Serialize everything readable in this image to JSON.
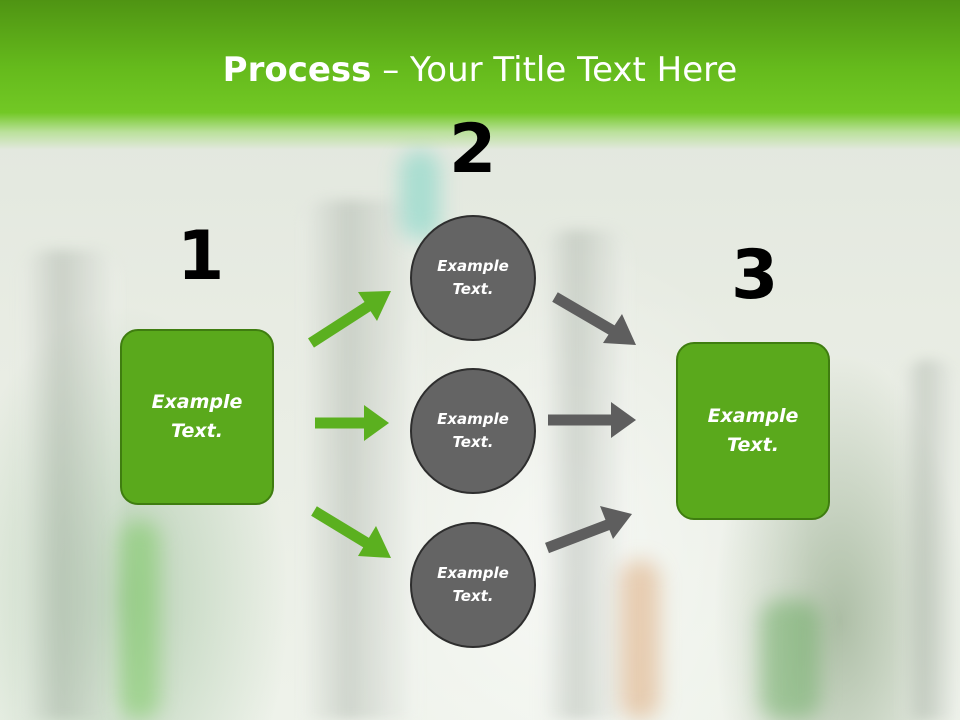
{
  "title": {
    "bold": "Process",
    "dash": " – ",
    "rest": "Your Title Text Here"
  },
  "steps": {
    "one": "1",
    "two": "2",
    "three": "3"
  },
  "boxes": {
    "left": "Example Text.",
    "right": "Example Text."
  },
  "circles": [
    "Example Text.",
    "Example Text.",
    "Example Text."
  ],
  "colors": {
    "header_green": "#65ba1c",
    "box_green": "#5aa91c",
    "circle_gray": "#646464",
    "arrow_green": "#5bb01f",
    "arrow_gray": "#5e5e5e"
  }
}
